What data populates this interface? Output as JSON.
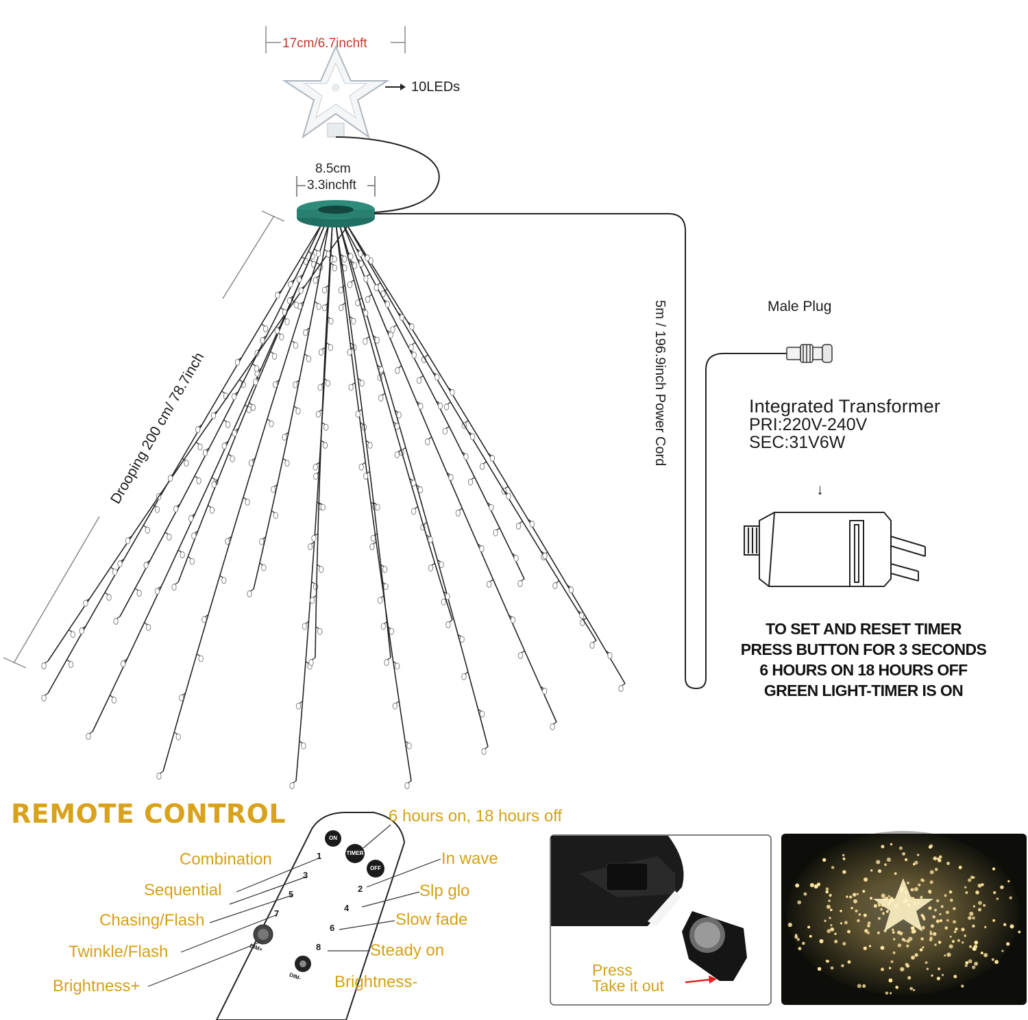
{
  "star": {
    "width_label": "17cm/6.7inchft",
    "led_label": "10LEDs"
  },
  "ring": {
    "diameter_cm": "8.5cm",
    "diameter_in": "3.3inchft"
  },
  "drop_label": "Drooping 200 cm/ 78.7inch",
  "cord_label": "5m / 196.9inch Power Cord",
  "plug_label": "Male Plug",
  "transformer": {
    "title": "Integrated Transformer",
    "pri": "PRI:220V-240V",
    "sec": "SEC:31V6W",
    "arrow": "↓"
  },
  "timer_notes": [
    "TO SET AND RESET TIMER",
    "PRESS BUTTON FOR 3 SECONDS",
    "6 HOURS ON 18 HOURS OFF",
    "GREEN LIGHT-TIMER IS ON"
  ],
  "remote": {
    "title": "REMOTE CONTROL",
    "labels": {
      "timer": "6 hours on, 18 hours off",
      "combination": "Combination",
      "sequential": "Sequential",
      "chasing": "Chasing/Flash",
      "twinkle": "Twinkle/Flash",
      "brightness_up": "Brightness+",
      "in_wave": "In wave",
      "slp_glo": "Slp glo",
      "slow_fade": "Slow fade",
      "steady_on": "Steady on",
      "brightness_down": "Brightness-"
    },
    "buttons": {
      "on": "ON",
      "timer": "TIMER",
      "off": "OFF",
      "b1": "1",
      "b2": "2",
      "b3": "3",
      "b4": "4",
      "b5": "5",
      "b6": "6",
      "b7": "7",
      "b8": "8",
      "dim_up": "DIM+",
      "dim_down": "DIM-"
    }
  },
  "battery": {
    "press": "Press",
    "take_out": "Take it out"
  },
  "colors": {
    "accent_gold": "#d4a017",
    "dim_red": "#c0392b",
    "ring_green": "#2e8b7a",
    "warm_light": "#fff2c0"
  },
  "arrow_glyph": "→"
}
